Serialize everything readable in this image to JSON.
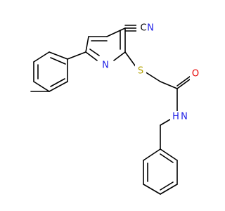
{
  "molecule": {
    "atoms": {
      "nitrile_n": "N",
      "nitrile_c": "C",
      "pyridine_n": "N",
      "thioether_s": "S",
      "carbonyl_o": "O",
      "amide_n": "N",
      "amide_h": "H"
    }
  },
  "colors": {
    "bond": "#000000",
    "nitrogen": "#1f1fe6",
    "sulfur": "#b3a100",
    "oxygen": "#e60000",
    "carbon": "#000000"
  }
}
